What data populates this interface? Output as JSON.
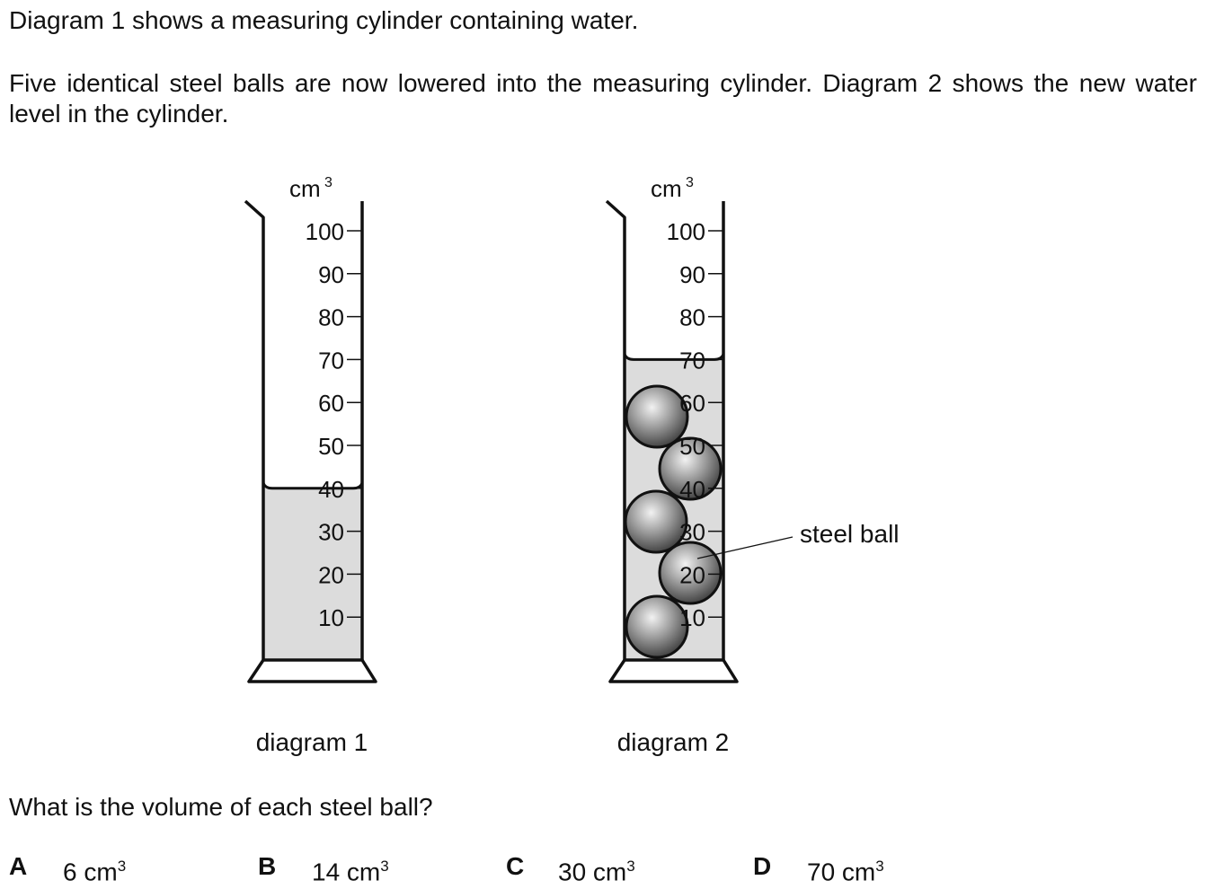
{
  "intro": "Diagram 1 shows a measuring cylinder containing water.",
  "setup": "Five identical steel balls are now lowered into the measuring cylinder. Diagram 2 shows the new water level in the cylinder.",
  "unit": "cm",
  "unit_superscript": "3",
  "scale_labels": [
    "10",
    "20",
    "30",
    "40",
    "50",
    "60",
    "70",
    "80",
    "90",
    "100"
  ],
  "diagrams": [
    {
      "caption": "diagram 1",
      "water_level": 40,
      "ball_count": 0
    },
    {
      "caption": "diagram 2",
      "water_level": 70,
      "ball_count": 5,
      "ball_label": "steel ball"
    }
  ],
  "question": "What is the volume of each steel ball?",
  "options": [
    {
      "letter": "A",
      "text": "6 cm",
      "sup": "3"
    },
    {
      "letter": "B",
      "text": "14 cm",
      "sup": "3"
    },
    {
      "letter": "C",
      "text": "30 cm",
      "sup": "3"
    },
    {
      "letter": "D",
      "text": "70 cm",
      "sup": "3"
    }
  ],
  "colors": {
    "water": "#dcdcdc",
    "ink": "#111111",
    "ball_dark": "#2a2a2a",
    "ball_light": "#f2f2f2"
  }
}
